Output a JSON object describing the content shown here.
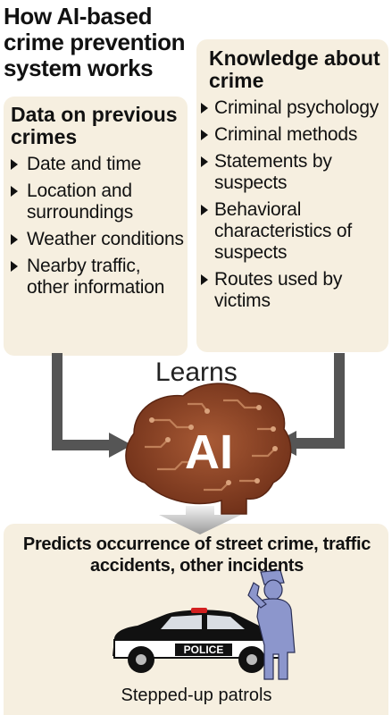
{
  "title": "How AI-based crime prevention system works",
  "data_box": {
    "title": "Data on previous crimes",
    "items": [
      "Date and time",
      "Location and surroundings",
      "Weather conditions",
      "Nearby traffic, other information"
    ]
  },
  "knowledge_box": {
    "title": "Knowledge about crime",
    "items": [
      "Criminal psychology",
      "Criminal methods",
      "Statements by suspects",
      "Behavioral characteristics of suspects",
      "Routes used by victims"
    ]
  },
  "learns_label": "Learns",
  "ai_label": "AI",
  "prediction": "Predicts occurrence of street crime, traffic accidents, other incidents",
  "police_label": "POLICE",
  "patrols_label": "Stepped-up patrols",
  "colors": {
    "box_fill": "#f6efe0",
    "arrow": "#555555",
    "brain": "#8a3f22",
    "officer": "#8c96cc"
  }
}
